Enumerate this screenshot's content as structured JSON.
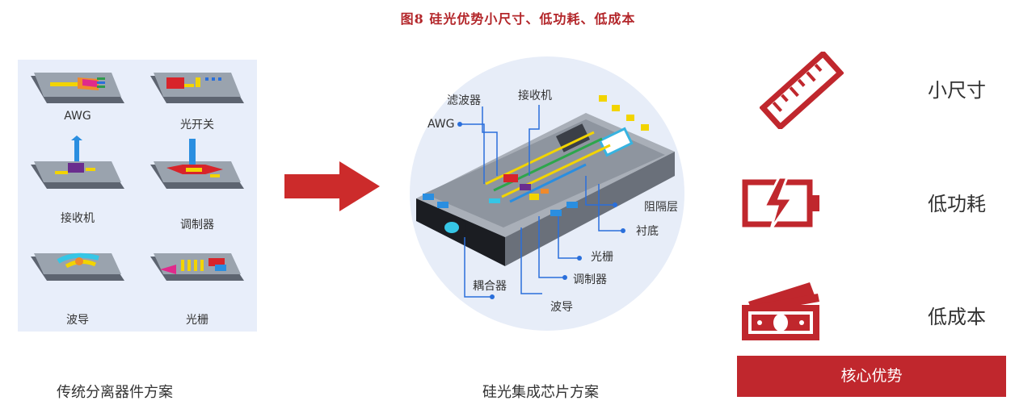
{
  "title": "图8  硅光优势小尺寸、低功耗、低成本",
  "left_panel": {
    "components": [
      {
        "label": "AWG"
      },
      {
        "label": "光开关"
      },
      {
        "label": "接收机"
      },
      {
        "label": "调制器"
      },
      {
        "label": "波导"
      },
      {
        "label": "光栅"
      }
    ],
    "caption": "传统分离器件方案"
  },
  "middle_panel": {
    "labels": {
      "filter": "滤波器",
      "receiver": "接收机",
      "awg": "AWG",
      "barrier": "阻隔层",
      "substrate": "衬底",
      "grating": "光栅",
      "coupler": "耦合器",
      "modulator": "调制器",
      "waveguide": "波导"
    },
    "caption": "硅光集成芯片方案"
  },
  "right_panel": {
    "advantages": [
      {
        "label": "小尺寸",
        "icon": "ruler-icon"
      },
      {
        "label": "低功耗",
        "icon": "battery-icon"
      },
      {
        "label": "低成本",
        "icon": "money-icon"
      }
    ],
    "core_label": "核心优势"
  },
  "colors": {
    "accent": "#c0272d",
    "title": "#b3262a",
    "panel_bg": "#e8eefa"
  }
}
